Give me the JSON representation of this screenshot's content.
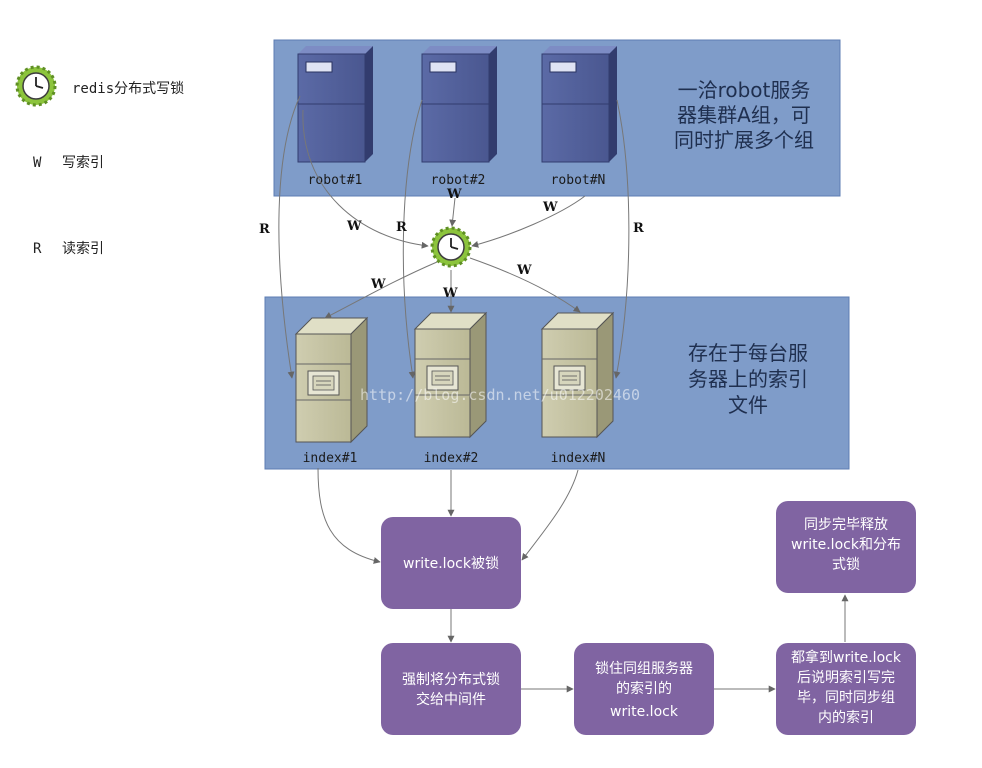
{
  "legend": {
    "lock": "redis分布式写锁",
    "write_symbol": "W",
    "write_label": "写索引",
    "read_symbol": "R",
    "read_label": "读索引"
  },
  "robot_group": {
    "note_lines": [
      "一洽robot服务",
      "器集群A组，可",
      "同时扩展多个组"
    ],
    "servers": [
      "robot#1",
      "robot#2",
      "robot#N"
    ]
  },
  "index_group": {
    "note_lines": [
      "存在于每台服",
      "务器上的索引",
      "文件"
    ],
    "servers": [
      "index#1",
      "index#2",
      "index#N"
    ]
  },
  "edge_labels": {
    "write": "W",
    "read": "R"
  },
  "watermark": "http://blog.csdn.net/u012202460",
  "flow": {
    "locked": [
      "write.lock被锁"
    ],
    "force": [
      "强制将分布式锁",
      "交给中间件"
    ],
    "lock_group": [
      "锁住同组服务器",
      "的索引的",
      "write.lock"
    ],
    "all_locked": [
      "都拿到write.lock",
      "后说明索引写完",
      "毕，同时同步组",
      "内的索引"
    ],
    "release": [
      "同步完毕释放",
      "write.lock和分布",
      "式锁"
    ]
  },
  "colors": {
    "group_bg": "#7f9cc9",
    "flow_box": "#8064a2",
    "robot_server": "#52609a",
    "index_server": "#c5c3a0",
    "lock_ring": "#8cc43c"
  }
}
